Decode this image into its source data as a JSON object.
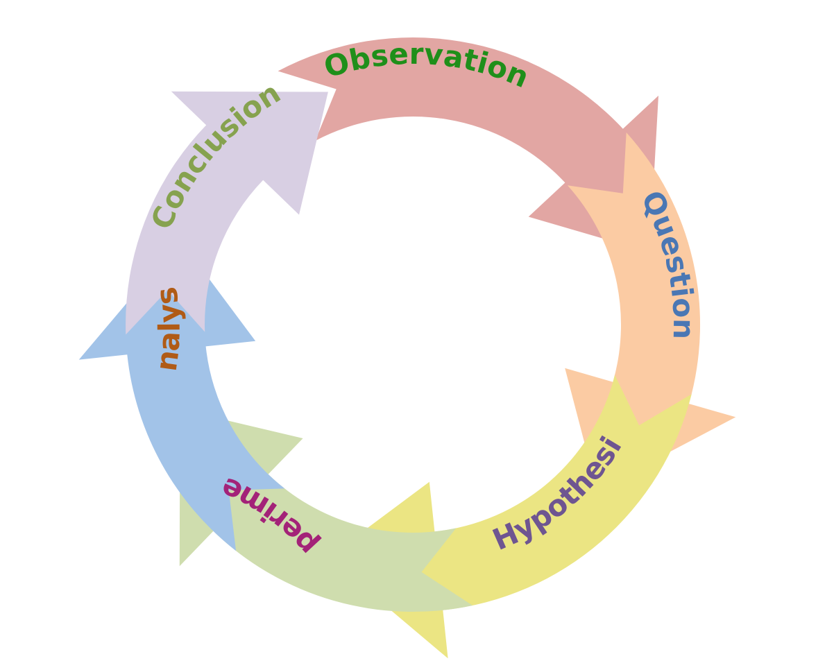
{
  "diagram": {
    "type": "cycle",
    "direction": "clockwise",
    "steps": [
      {
        "id": "observation",
        "label": "Observation",
        "fill": "#E2A6A3",
        "text_color": "#1F8F1A"
      },
      {
        "id": "question",
        "label": "Question",
        "fill": "#FBCBA3",
        "text_color": "#4A77B4"
      },
      {
        "id": "hypothesis",
        "label": "Hypothesis",
        "fill": "#EBE583",
        "text_color": "#6E5591"
      },
      {
        "id": "experiment",
        "label": "Experiment",
        "fill": "#CFDDAE",
        "text_color": "#A32278"
      },
      {
        "id": "analysis",
        "label": "Analysis",
        "fill": "#A2C3E8",
        "text_color": "#B05B16"
      },
      {
        "id": "conclusion",
        "label": "Conclusion",
        "fill": "#D8CFE3",
        "text_color": "#86A24F"
      }
    ]
  }
}
